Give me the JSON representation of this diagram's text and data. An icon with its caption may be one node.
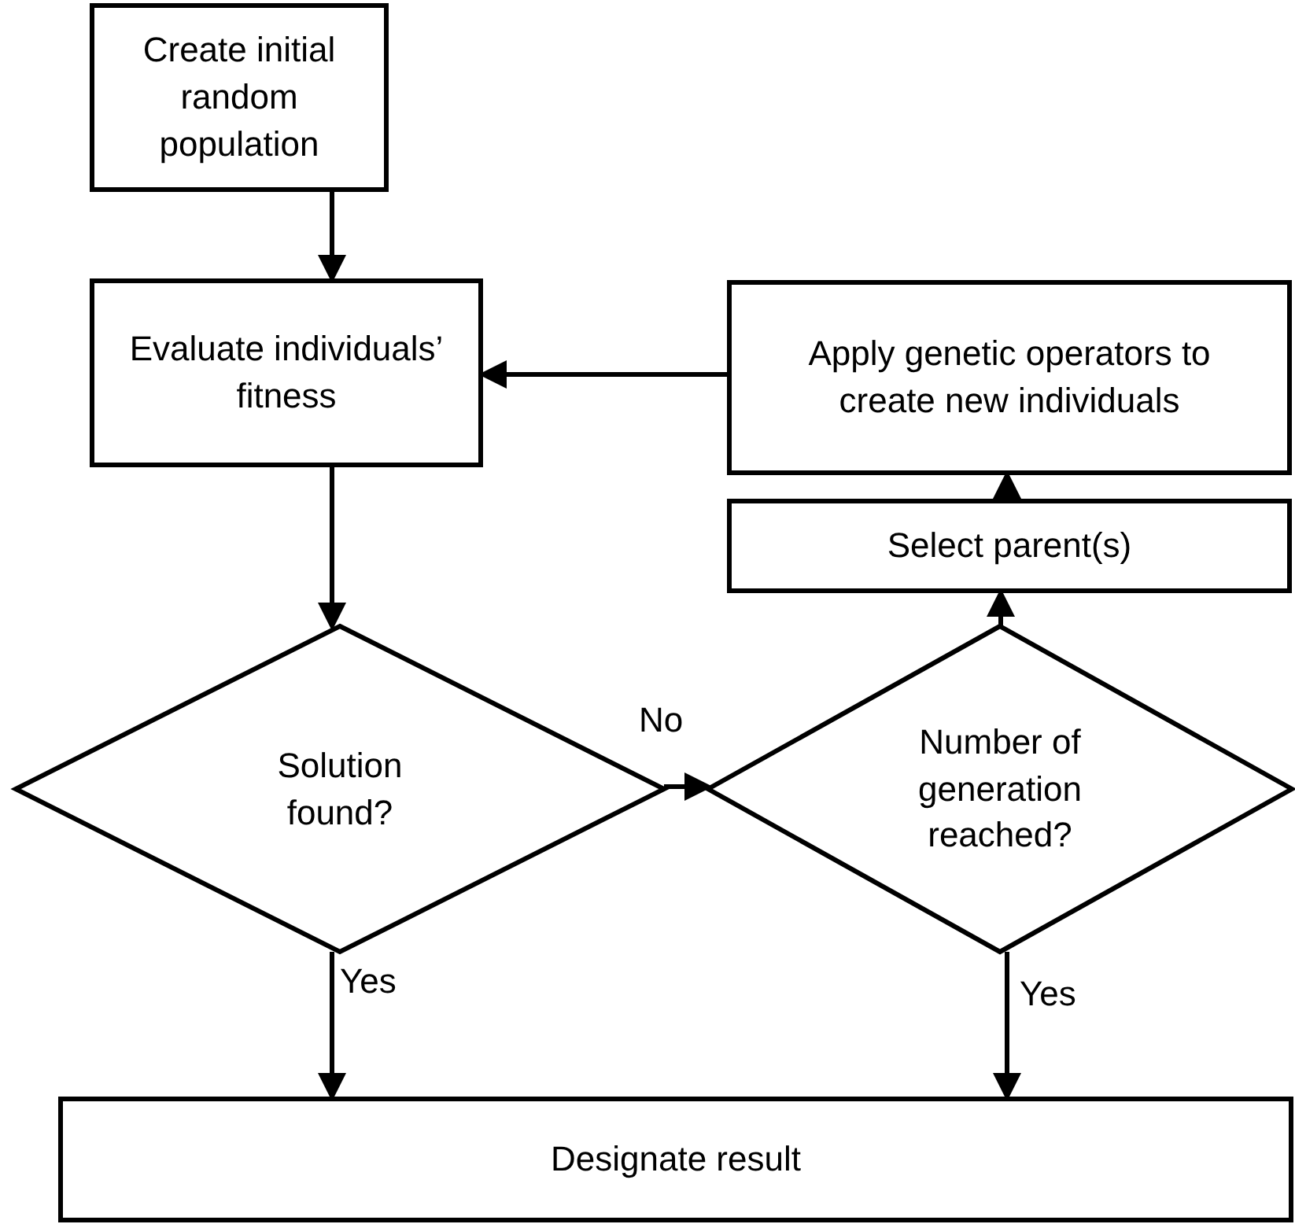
{
  "diagram": {
    "nodes": [
      {
        "text": [
          "Create initial random population"
        ]
      },
      {
        "text": [
          "Evaluate individuals’ fitness"
        ]
      },
      {
        "text": [
          "Apply genetic operators to create new individuals"
        ]
      },
      {
        "text": [
          "Select parent(s)"
        ]
      },
      {
        "text": [
          "Solution found?"
        ]
      },
      {
        "text": [
          "Number of generation reached?"
        ]
      },
      {
        "text": [
          "Designate result"
        ]
      }
    ],
    "edges": [
      {
        "from": 0,
        "to": 1,
        "arrow": "to"
      },
      {
        "from": 2,
        "to": 1,
        "arrow": "to"
      },
      {
        "from": 1,
        "to": 4,
        "arrow": "to"
      },
      {
        "from": 4,
        "to": 5,
        "arrow": "to",
        "label": "No"
      },
      {
        "from": 5,
        "to": 3,
        "arrow": "to"
      },
      {
        "from": 3,
        "to": 2,
        "arrow": "to"
      },
      {
        "from": 4,
        "to": 6,
        "arrow": "to",
        "label": "Yes"
      },
      {
        "from": 5,
        "to": 6,
        "arrow": "to",
        "label": "Yes"
      }
    ]
  }
}
